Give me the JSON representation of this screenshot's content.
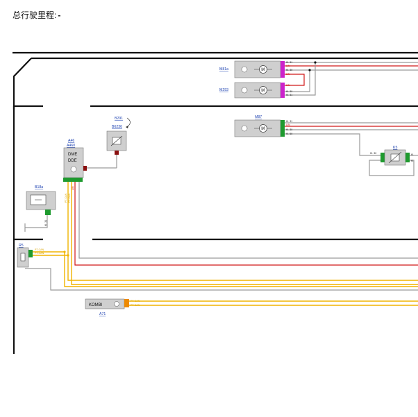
{
  "header": {
    "mileage_label": "总行驶里程:",
    "mileage_value": "-"
  },
  "components": {
    "M81a": {
      "ref": "M81a",
      "pins": [
        "Kl. 31",
        "LIN",
        "Kl. 30",
        "LIN"
      ]
    },
    "M293": {
      "ref": "M293",
      "pins": [
        "LIN",
        "Kl. 30",
        "Kl. 31"
      ]
    },
    "M87": {
      "ref": "M87",
      "pins": [
        "Kl. 31",
        "LIN",
        "Kl. 30",
        "Kl. 50"
      ]
    },
    "B291": {
      "ref": "B291"
    },
    "B6236": {
      "ref": "B6236"
    },
    "A46": {
      "ref1": "A46",
      "ref2": "A460",
      "line1": "DME",
      "line2": "DDE",
      "pins": [
        "PT-CAN",
        "PT-CAN",
        "LIN"
      ]
    },
    "B18a": {
      "ref": "B18a",
      "pin": "Kl. 31"
    },
    "K5": {
      "ref": "K5",
      "left_pin": "Kl. 30",
      "right_pins": [
        "Kl.",
        "Kl."
      ]
    },
    "R5": {
      "ref": "R5",
      "pins": [
        "PT-CAN",
        "PT-CAN"
      ]
    },
    "A71": {
      "ref": "A71",
      "label": "KOMBI",
      "pins": [
        "PT-CAN",
        "PT-CAN"
      ]
    }
  },
  "colors": {
    "frame": "#111111",
    "wire_red": "#d01818",
    "wire_yellow": "#f0b400",
    "wire_gray": "#9a9a9a",
    "connector_magenta": "#cc22cc",
    "connector_green": "#1e9a2e",
    "connector_darkred": "#8a1010",
    "connector_orange": "#ee8a00",
    "link_blue": "#1a3fb0",
    "box_fill": "#cfcfcf"
  }
}
